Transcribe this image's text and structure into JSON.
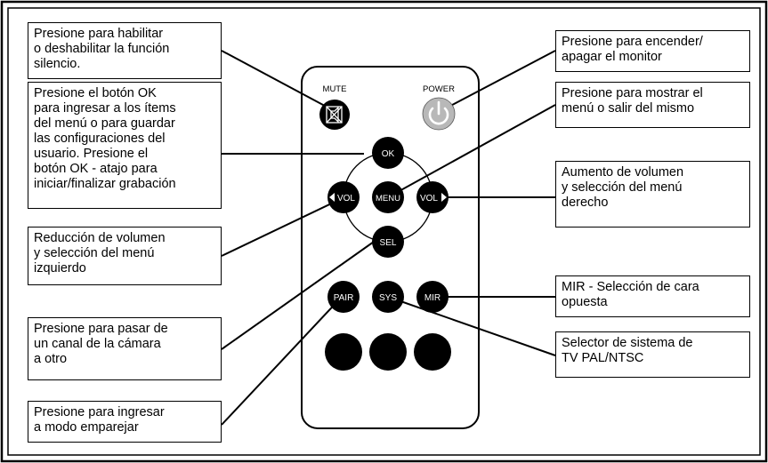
{
  "remote": {
    "mute_label": "MUTE",
    "power_label": "POWER",
    "ok_label": "OK",
    "menu_label": "MENU",
    "vol_left_label": "VOL",
    "vol_right_label": "VOL",
    "sel_label": "SEL",
    "pair_label": "PAIR",
    "sys_label": "SYS",
    "mir_label": "MIR"
  },
  "callouts": {
    "mute": "Presione para habilitar\no deshabilitar la función\nsilencio.",
    "ok": "Presione el botón OK\npara ingresar a los ítems\ndel menú o para guardar\nlas configuraciones del\nusuario. Presione el\nbotón OK - atajo para\niniciar/finalizar grabación",
    "vol_down": "Reducción de volumen\ny selección del menú\nizquierdo",
    "sel": "Presione para pasar de\nun canal de la cámara\na otro",
    "pair": "Presione para ingresar\na modo emparejar",
    "power": "Presione para encender/\napagar el monitor",
    "menu": "Presione para mostrar el\nmenú o salir del mismo",
    "vol_up": "Aumento de volumen\ny selección del menú\nderecho",
    "mir": "MIR - Selección de cara\nopuesta",
    "sys": "Selector de sistema de\nTV PAL/NTSC"
  },
  "colors": {
    "button": "#000000",
    "power_button": "#b8b8b8",
    "power_symbol": "#ffffff"
  }
}
